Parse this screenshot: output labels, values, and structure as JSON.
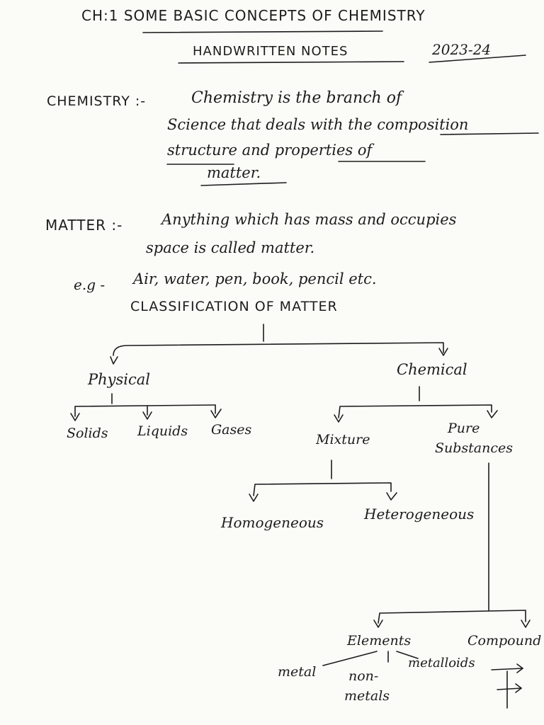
{
  "header": {
    "chapter": "CH:1 SOME BASIC CONCEPTS OF CHEMISTRY",
    "notes": "HANDWRITTEN NOTES",
    "year": "2023-24"
  },
  "chemistry": {
    "term": "CHEMISTRY :-",
    "line1": "Chemistry is the branch of",
    "line2": "Science that deals with the composition",
    "line3": "structure and properties of",
    "line4": "matter."
  },
  "matter": {
    "term": "MATTER :-",
    "line1": "Anything which has mass and occupies",
    "line2": "space is called matter.",
    "example_label": "e.g -",
    "examples": "Air, water, pen, book, pencil etc."
  },
  "classification": {
    "title": "CLASSIFICATION OF MATTER",
    "physical": "Physical",
    "chemical": "Chemical",
    "solids": "Solids",
    "liquids": "Liquids",
    "gases": "Gases",
    "mixture": "Mixture",
    "pure_1": "Pure",
    "pure_2": "Substances",
    "homogeneous": "Homogeneous",
    "heterogeneous": "Heterogeneous",
    "elements": "Elements",
    "compound": "Compound",
    "metal": "metal",
    "non_metals_1": "non-",
    "non_metals_2": "metals",
    "metalloids": "metalloids"
  }
}
